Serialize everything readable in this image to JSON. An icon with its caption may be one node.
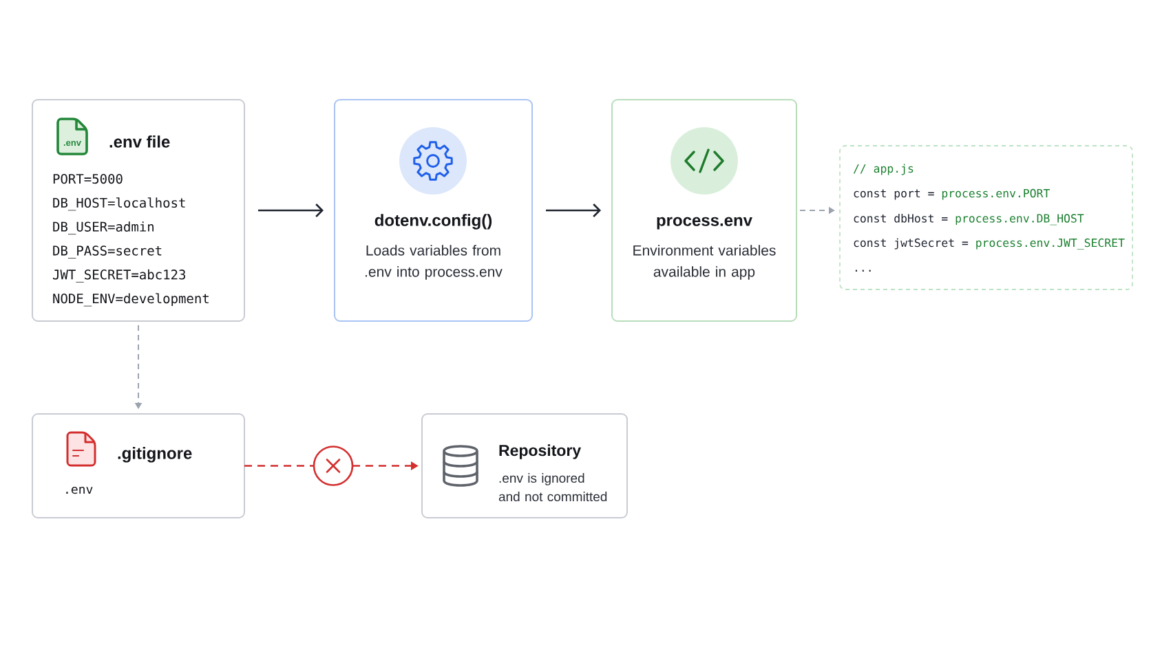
{
  "diagram": {
    "nodes": [
      {
        "text": [
          ".env file",
          "PORT=5000",
          "DB_HOST=localhost",
          "DB_USER=admin",
          "DB_PASS=secret",
          "JWT_SECRET=abc123",
          "NODE_ENV=development"
        ]
      },
      {
        "text": [
          "dotenv.config()",
          "Loads variables from .env into process.env"
        ]
      },
      {
        "text": [
          "process.env",
          "Environment variables available in app"
        ]
      },
      {
        "text": [
          "// app.js",
          "const port =",
          "process.env.PORT",
          "const dbHost =",
          "process.env.DB_HOST",
          "const jwtSecret =",
          "process.env.JWT_SECRET",
          "..."
        ]
      },
      {
        "text": [
          ".gitignore",
          ".env"
        ]
      },
      {
        "text": [],
        "shape": "circle"
      },
      {
        "text": [
          "Repository",
          ".env is ignored and not committed"
        ]
      }
    ],
    "edges": [
      {
        "from": 0,
        "to": 1,
        "arrow": "to"
      },
      {
        "from": 1,
        "to": 2,
        "arrow": "to"
      },
      {
        "from": 2,
        "to": 3,
        "arrow": "to",
        "style": "dashed",
        "color": "#9ca3af"
      },
      {
        "from": 0,
        "to": 4,
        "arrow": "to",
        "style": "dashed",
        "color": "#9ca3af"
      },
      {
        "from": 4,
        "to": 5,
        "arrow": "none",
        "style": "dashed",
        "color": "#d32f2f"
      },
      {
        "from": 5,
        "to": 6,
        "arrow": "to",
        "style": "dashed",
        "color": "#d32f2f"
      }
    ],
    "labels": [
      ".env"
    ]
  }
}
